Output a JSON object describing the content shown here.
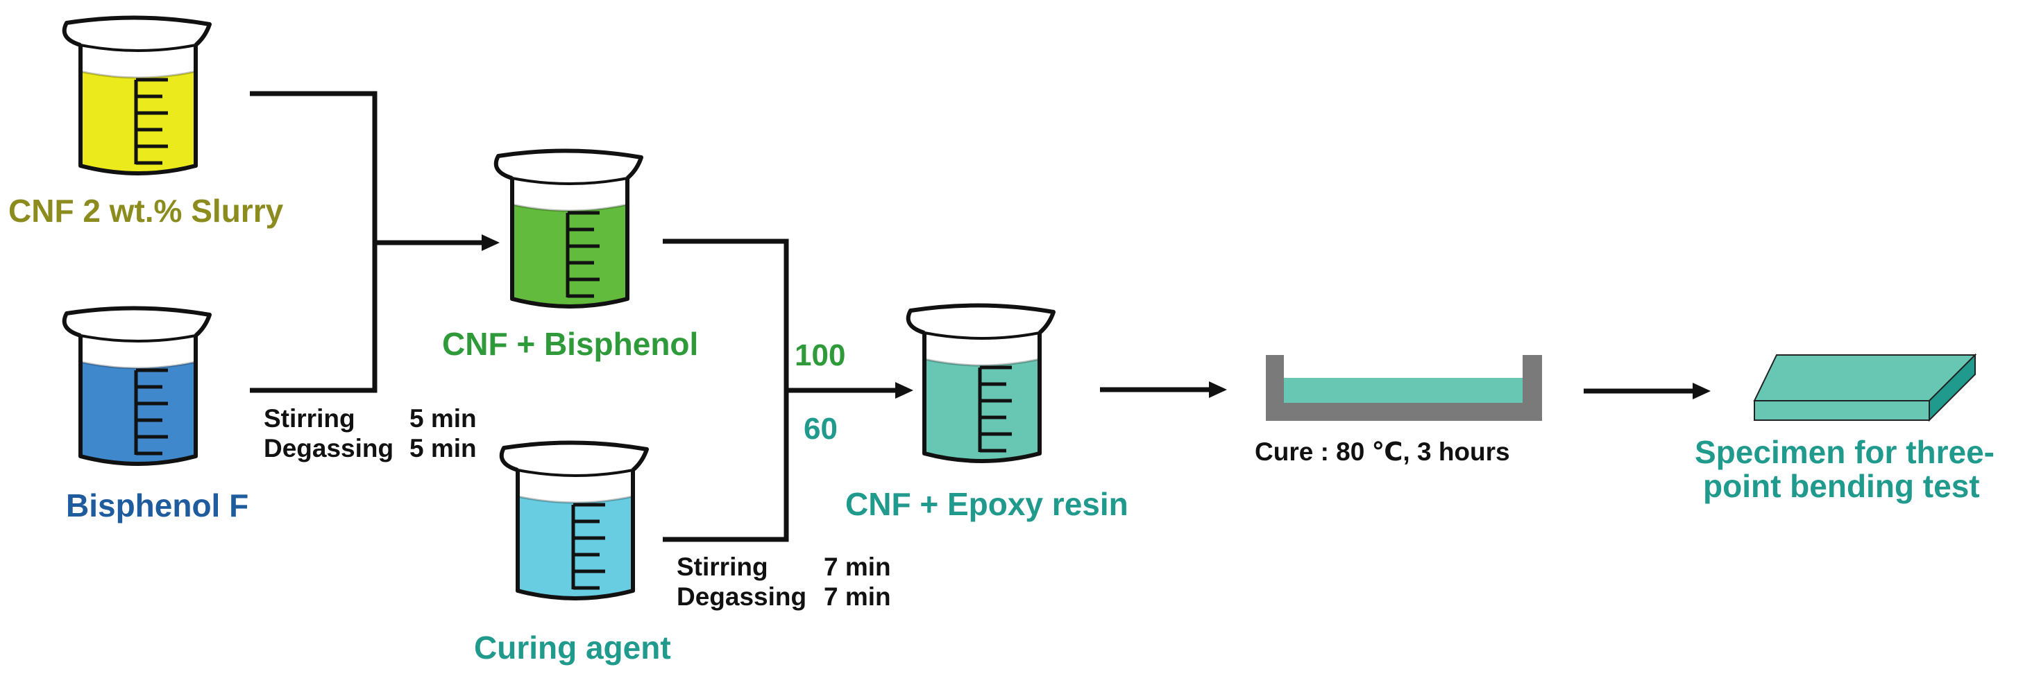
{
  "colors": {
    "yellow_liquid": "#eaea1c",
    "yellow_label": "#8c8c1e",
    "blue_liquid": "#3f88cc",
    "blue_label": "#1f5c9e",
    "green_liquid": "#62bb3d",
    "green_label": "#2e9a3a",
    "cyan_liquid": "#68cde0",
    "teal_liquid": "#67c7b3",
    "teal_label": "#1f9a8c",
    "dark_label": "#111111",
    "mold_gray": "#7a7a7a"
  },
  "labels": {
    "cnf_slurry": "CNF 2 wt.% Slurry",
    "bisphenol_f": "Bisphenol F",
    "cnf_bisphenol": "CNF + Bisphenol",
    "curing_agent": "Curing agent",
    "cnf_epoxy": "CNF + Epoxy resin",
    "cure": "Cure : 80 ℃, 3 hours",
    "specimen_line1": "Specimen for three-",
    "specimen_line2": "point bending test"
  },
  "ratio": {
    "top": "100",
    "bottom": "60"
  },
  "step1": {
    "stirring_label": "Stirring",
    "stirring_time": "5 min",
    "degassing_label": "Degassing",
    "degassing_time": "5 min"
  },
  "step2": {
    "stirring_label": "Stirring",
    "stirring_time": "7 min",
    "degassing_label": "Degassing",
    "degassing_time": "7 min"
  },
  "icons": {
    "beaker": "beaker-icon",
    "mold": "mold-icon",
    "specimen": "specimen-icon"
  }
}
